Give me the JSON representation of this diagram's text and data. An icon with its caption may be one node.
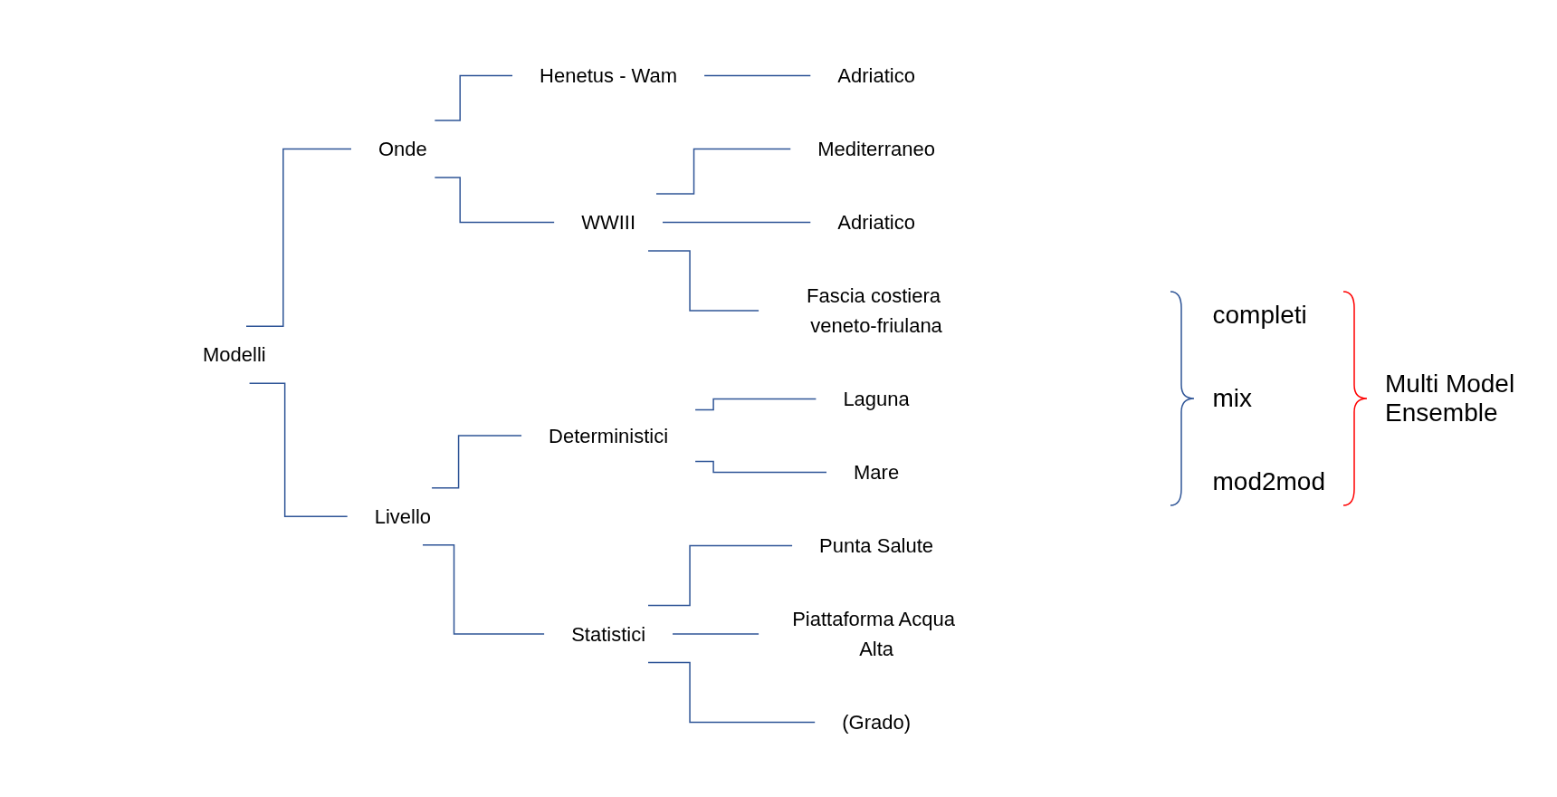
{
  "diagram": {
    "nodes": [
      {
        "text": [
          "Modelli"
        ]
      },
      {
        "text": [
          "Onde"
        ]
      },
      {
        "text": [
          "Livello"
        ]
      },
      {
        "text": [
          "Henetus - Wam"
        ]
      },
      {
        "text": [
          "Adriatico"
        ]
      },
      {
        "text": [
          "WWIII"
        ]
      },
      {
        "text": [
          "Mediterraneo"
        ]
      },
      {
        "text": [
          "Adriatico"
        ]
      },
      {
        "text": [
          "Fascia costiera veneto-friulana"
        ]
      },
      {
        "text": [
          "Deterministici"
        ]
      },
      {
        "text": [
          "Laguna"
        ]
      },
      {
        "text": [
          "Mare"
        ]
      },
      {
        "text": [
          "Statistici"
        ]
      },
      {
        "text": [
          "Punta Salute"
        ]
      },
      {
        "text": [
          "Piattaforma Acqua Alta"
        ]
      },
      {
        "text": [
          "(Grado)"
        ]
      }
    ],
    "edges": [
      {
        "from": 0,
        "to": 1,
        "arrow": "none"
      },
      {
        "from": 0,
        "to": 2,
        "arrow": "none"
      },
      {
        "from": 1,
        "to": 3,
        "arrow": "none"
      },
      {
        "from": 1,
        "to": 5,
        "arrow": "none"
      },
      {
        "from": 3,
        "to": 4,
        "arrow": "none"
      },
      {
        "from": 5,
        "to": 6,
        "arrow": "none"
      },
      {
        "from": 5,
        "to": 7,
        "arrow": "none"
      },
      {
        "from": 5,
        "to": 8,
        "arrow": "none"
      },
      {
        "from": 2,
        "to": 9,
        "arrow": "none"
      },
      {
        "from": 2,
        "to": 12,
        "arrow": "none"
      },
      {
        "from": 9,
        "to": 10,
        "arrow": "none"
      },
      {
        "from": 9,
        "to": 11,
        "arrow": "none"
      },
      {
        "from": 12,
        "to": 13,
        "arrow": "none"
      },
      {
        "from": 12,
        "to": 14,
        "arrow": "none"
      },
      {
        "from": 12,
        "to": 15,
        "arrow": "none"
      }
    ],
    "labels": [
      "completi",
      "mix",
      "mod2mod",
      "Multi Model Ensemble"
    ]
  }
}
